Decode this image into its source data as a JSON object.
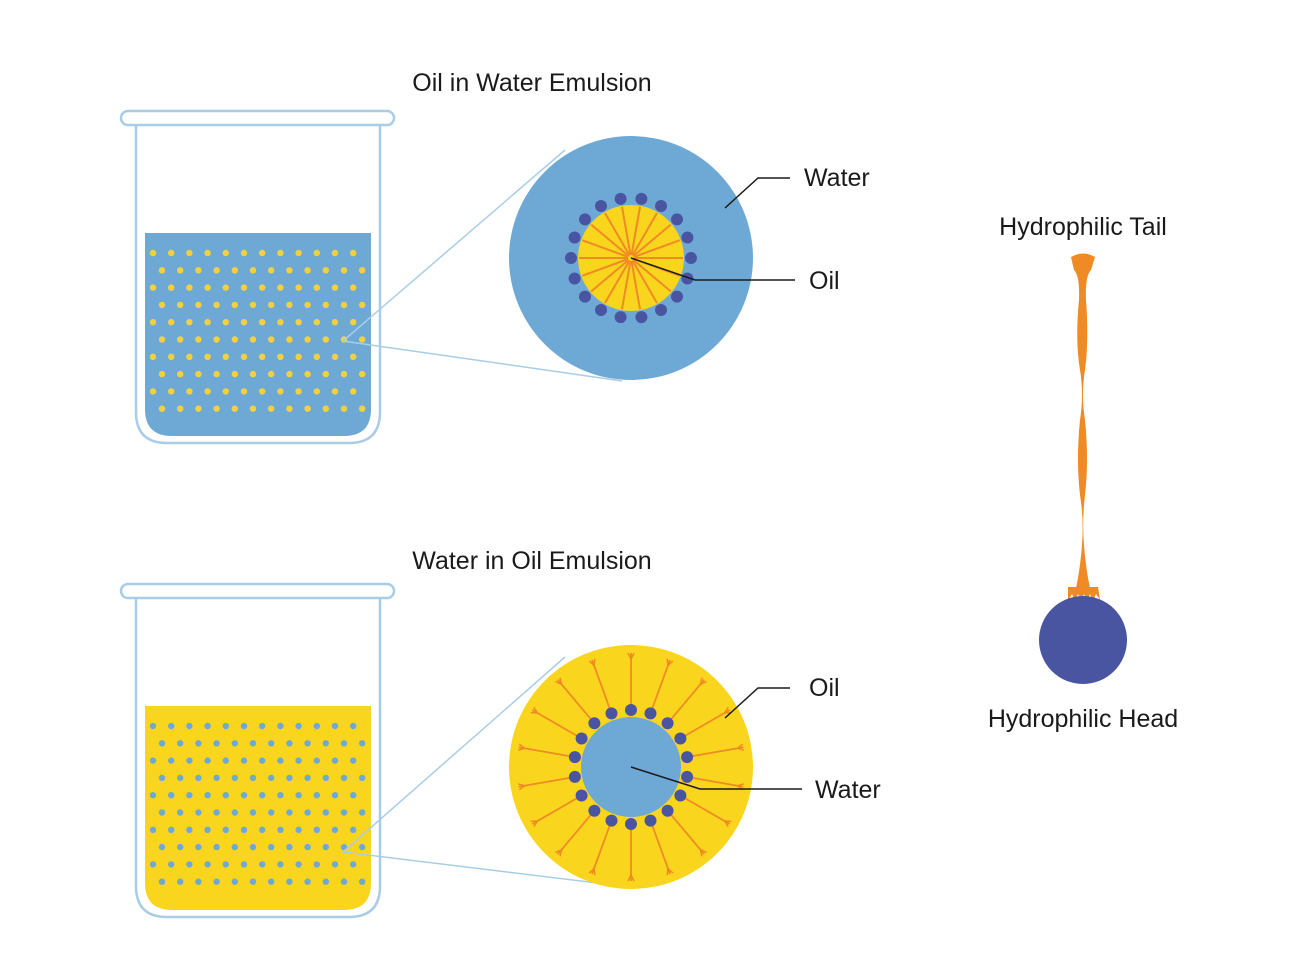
{
  "top_panel": {
    "title": "Oil in Water Emulsion",
    "outer_label": "Water",
    "inner_label": "Oil",
    "liquid_color": "#6ea9d6",
    "droplet_color": "#f4d03f",
    "core_color": "#f9d51d",
    "head_color": "#4a55a2",
    "tail_color": "#f08a24"
  },
  "bottom_panel": {
    "title": "Water in Oil Emulsion",
    "outer_label": "Oil",
    "inner_label": "Water",
    "liquid_color": "#f9d51d",
    "droplet_color": "#6ea9d6",
    "core_color": "#6ea9d6",
    "head_color": "#4a55a2",
    "tail_color": "#f08a24"
  },
  "surfactant": {
    "tail_label": "Hydrophilic Tail",
    "head_label": "Hydrophilic Head",
    "tail_color": "#f08a24",
    "head_color": "#4a55a2"
  },
  "colors": {
    "beaker_outline": "#a9cde6",
    "leader_line": "#a9cde6",
    "label_line": "#1a1a1a"
  }
}
